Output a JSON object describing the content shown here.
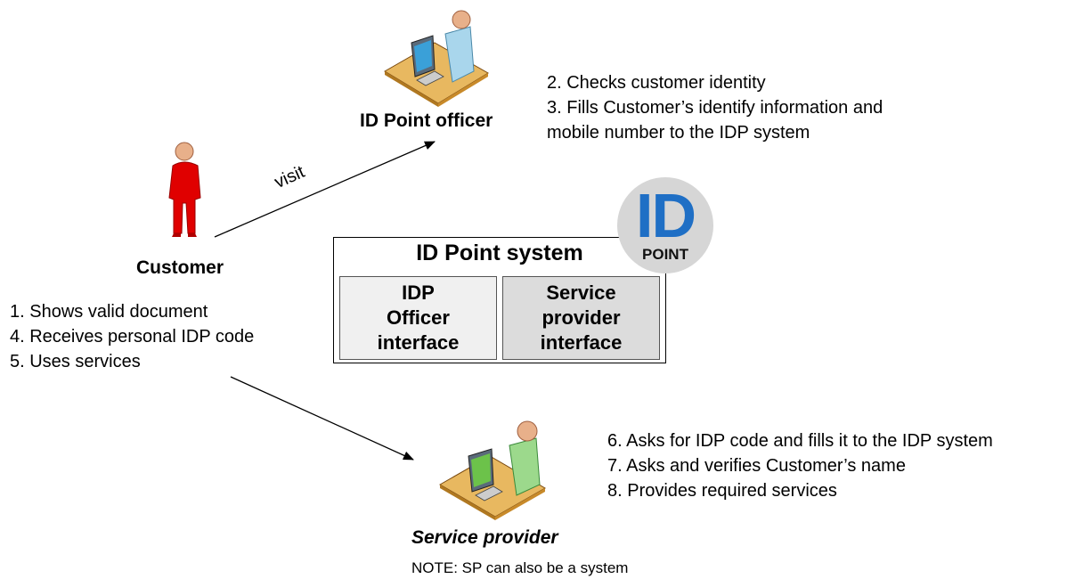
{
  "actors": {
    "officer_label": "ID Point officer",
    "customer_label": "Customer",
    "service_provider_label": "Service provider"
  },
  "officer_steps": [
    "2. Checks customer identity",
    "3. Fills Customer’s identify  information and",
    "mobile number to the IDP system"
  ],
  "customer_steps": [
    "1. Shows valid document",
    "4. Receives personal IDP code",
    "5. Uses services"
  ],
  "provider_steps": [
    "6. Asks for  IDP code and fills it to the IDP system",
    "7. Asks and verifies Customer’s name",
    "8. Provides required services"
  ],
  "arrow_label": "visit",
  "system": {
    "title": "ID Point system",
    "left_interface": [
      "IDP",
      "Officer",
      "interface"
    ],
    "right_interface": [
      "Service",
      "provider",
      "interface"
    ]
  },
  "logo": {
    "main": "ID",
    "sub": "POINT"
  },
  "note": "NOTE: SP can also be a system",
  "colors": {
    "customer": "#e00000",
    "officer_shirt": "#a9d6ec",
    "provider_shirt": "#9cd98c",
    "desk": "#e8b860",
    "logo_blue": "#1f6fc5",
    "logo_circle": "#d6d6d6"
  }
}
